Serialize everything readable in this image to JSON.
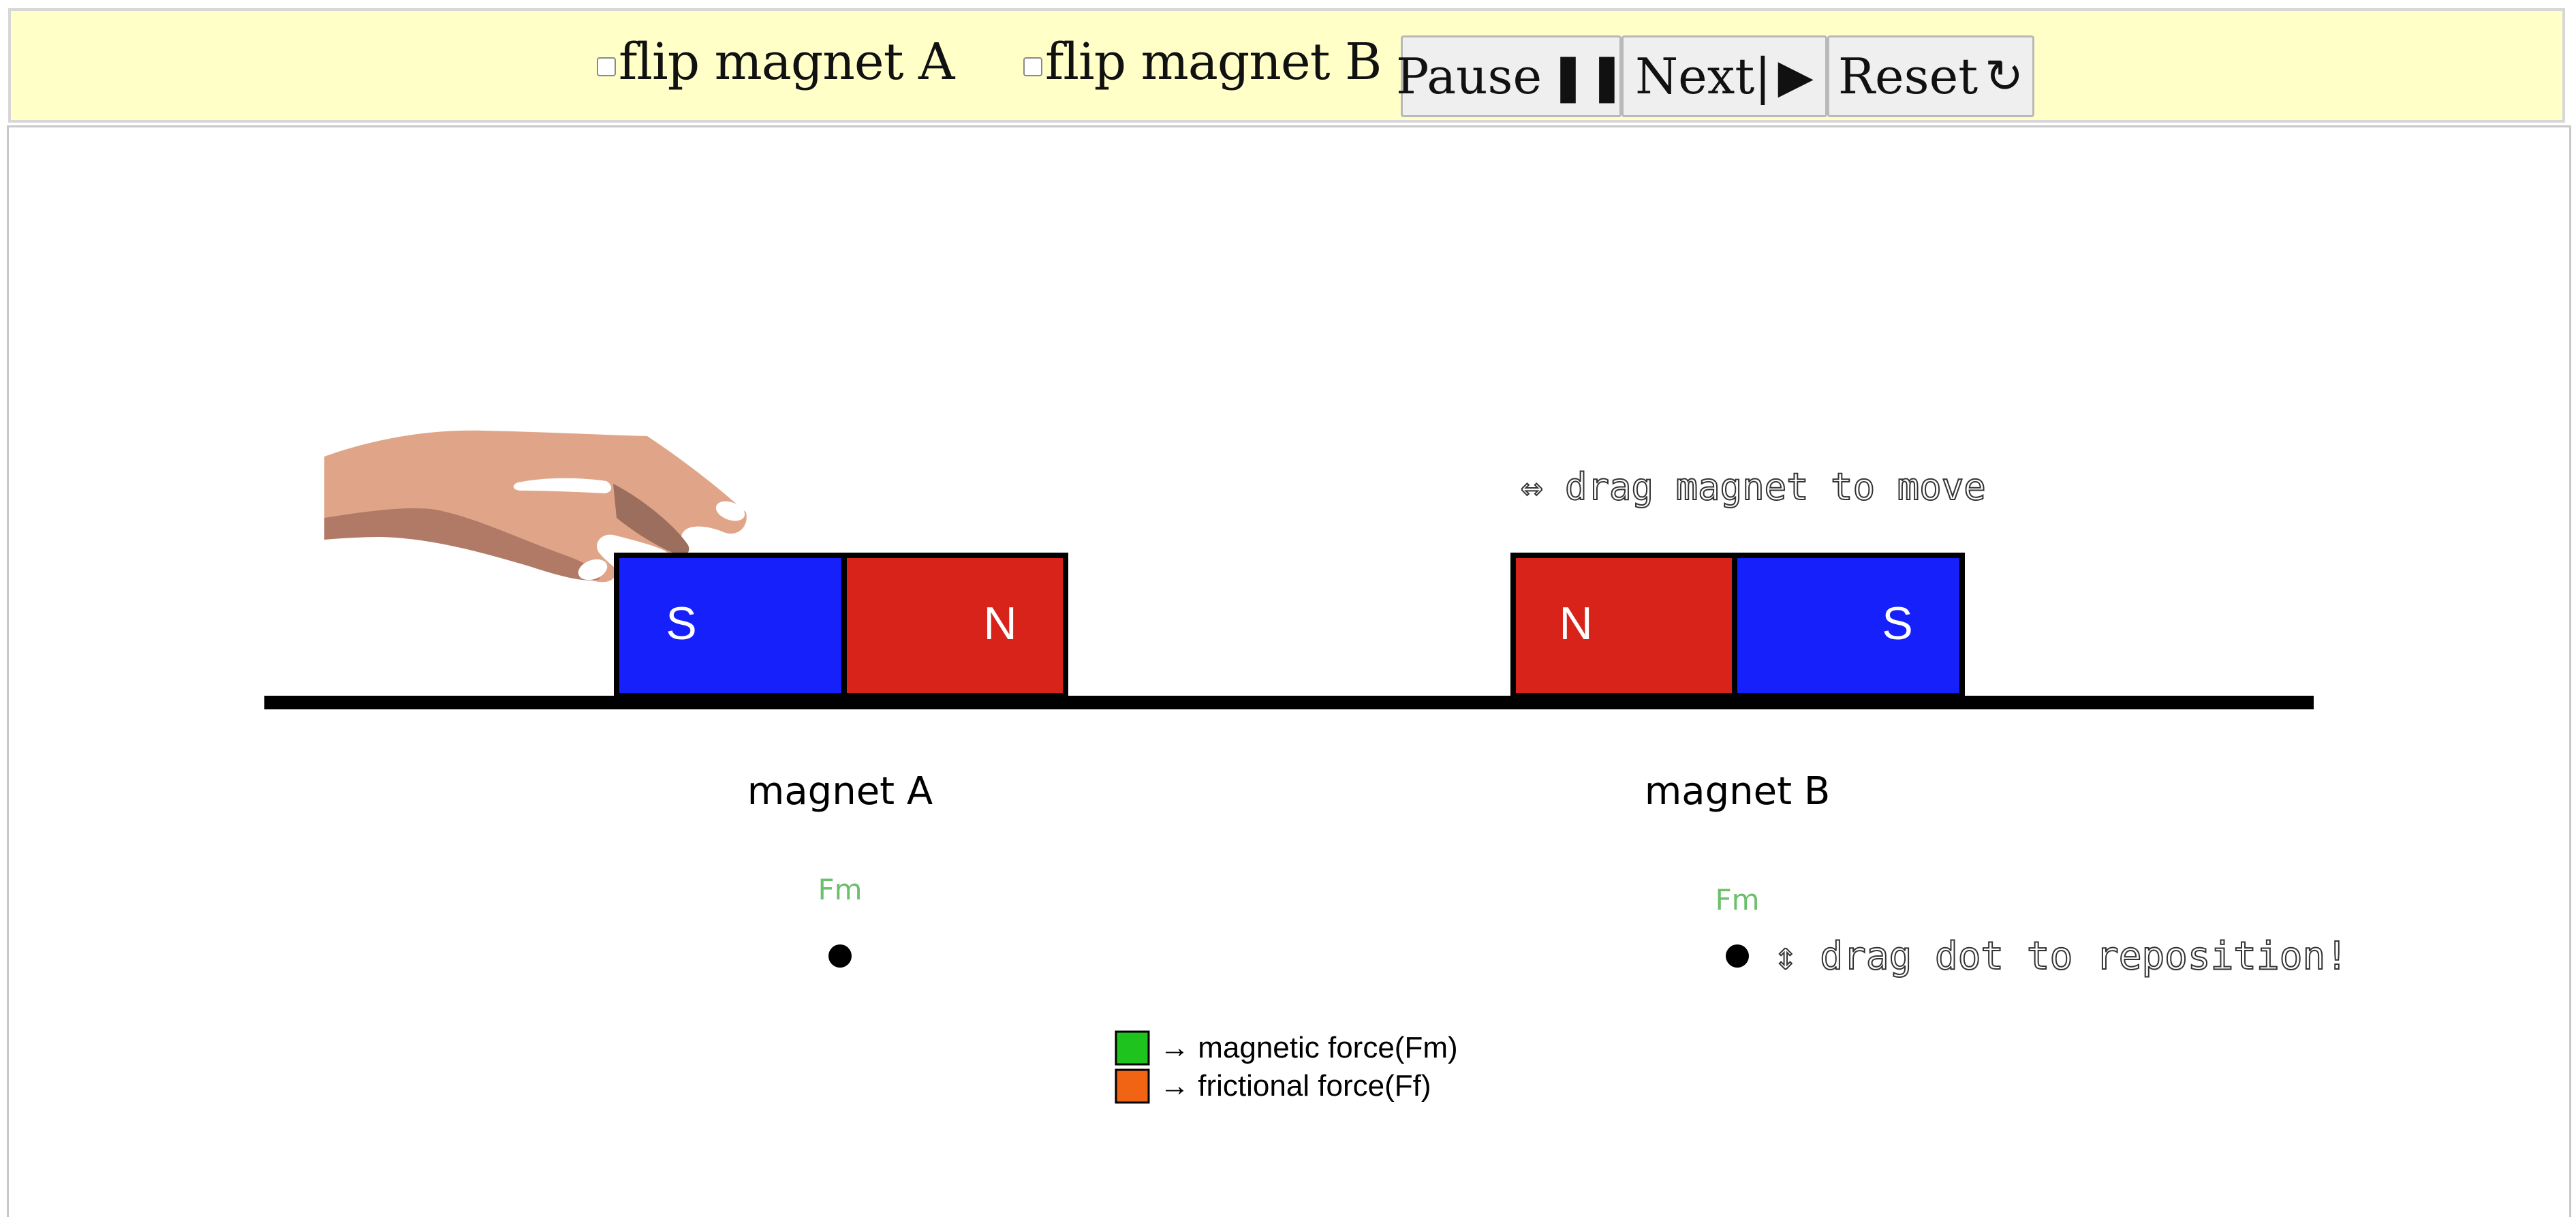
{
  "toolbar": {
    "flip_a_label": "flip magnet A",
    "flip_a_checked": false,
    "flip_b_label": "flip magnet B",
    "flip_b_checked": false,
    "pause_label": "Pause",
    "pause_glyph": "❚❚",
    "next_label": "Next|",
    "next_glyph": "▶",
    "reset_label": "Reset",
    "reset_glyph": "↻"
  },
  "scene": {
    "drag_magnet_hint": "↔ drag magnet to move",
    "drag_dot_hint": "↕ drag dot to reposition!",
    "magnet_a": {
      "label": "magnet A",
      "left_pole": "S",
      "right_pole": "N",
      "force_label": "Fm"
    },
    "magnet_b": {
      "label": "magnet B",
      "left_pole": "N",
      "right_pole": "S",
      "force_label": "Fm"
    }
  },
  "legend": {
    "magnetic": {
      "text": "→ magnetic force(Fm)",
      "color": "#1ec31e"
    },
    "frictional": {
      "text": "→ frictional force(Ff)",
      "color": "#f06414"
    }
  },
  "colors": {
    "south_pole": "#1620fb",
    "north_pole": "#d8231a",
    "force_label": "#6cbf6c",
    "toolbar_bg": "#ffffc7"
  }
}
